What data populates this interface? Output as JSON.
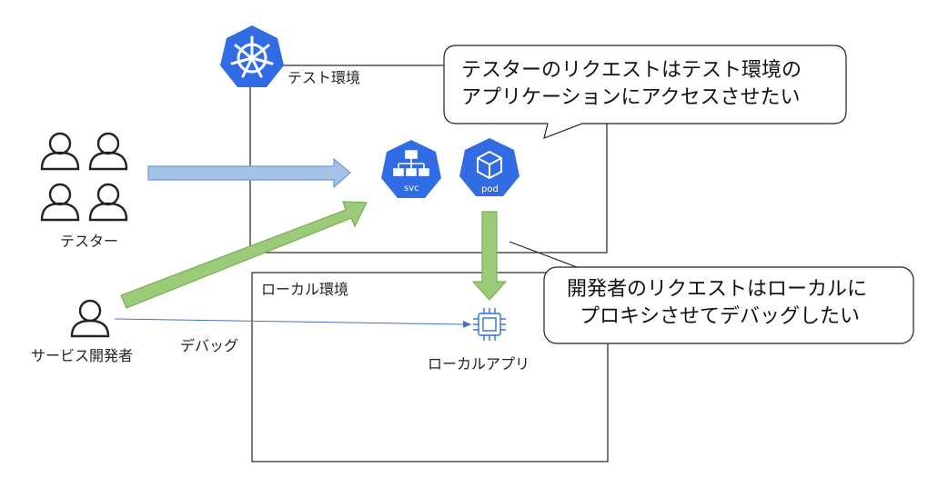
{
  "labels": {
    "test_env": "テスト環境",
    "local_env": "ローカル環境",
    "testers": "テスター",
    "service_dev": "サービス開発者",
    "debug": "デバッグ",
    "local_app": "ローカルアプリ",
    "svc": "svc",
    "pod": "pod"
  },
  "callouts": {
    "tester_request": {
      "line1": "テスターのリクエストはテスト環境の",
      "line2": "アプリケーションにアクセスさせたい"
    },
    "dev_request": {
      "line1": "開発者のリクエストはローカルに",
      "line2": "プロキシさせてデバッグしたい"
    }
  },
  "colors": {
    "k8s_blue": "#326ce5",
    "arrow_blue_fill": "#a4c2e6",
    "arrow_blue_stroke": "#6d9bd1",
    "arrow_green_fill": "#9bcb78",
    "arrow_green_stroke": "#79ad58",
    "debug_line": "#4472c4",
    "chip": "#2e6fd8"
  },
  "icons": {
    "kubernetes": "kubernetes-logo-icon",
    "service": "k8s-service-icon",
    "pod": "k8s-pod-icon",
    "person": "person-icon",
    "processor": "processor-chip-icon"
  }
}
